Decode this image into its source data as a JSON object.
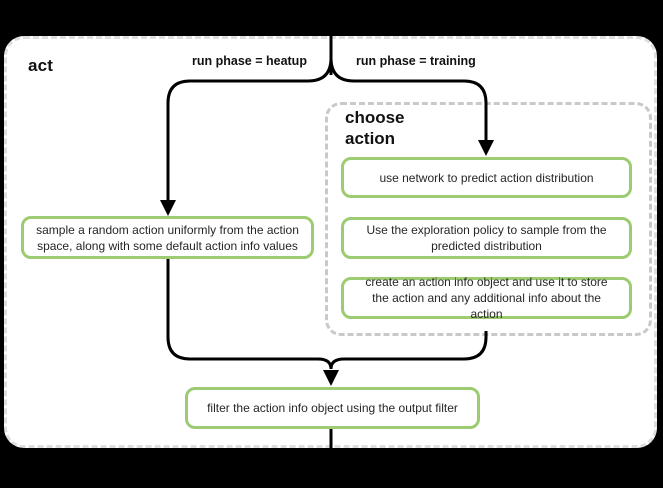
{
  "diagram": {
    "title": "act",
    "branch_labels": {
      "left": "run phase = heatup",
      "right": "run phase = training"
    },
    "group": {
      "title": "choose action",
      "steps": [
        "use network to predict action distribution",
        "Use the exploration policy to sample from the predicted distribution",
        "create an action info object and use it to store the action and any additional info about the action"
      ]
    },
    "nodes": {
      "sample": "sample a random action uniformly from the action space, along with some default action info values",
      "filter": "filter the action info object using the output filter"
    },
    "colors": {
      "background": "#000000",
      "container_fill": "#ffffff",
      "container_border": "#dedede",
      "group_border": "#c9c9c9",
      "node_border": "#9ccb72",
      "connector": "#000000",
      "text": "#111111"
    }
  }
}
